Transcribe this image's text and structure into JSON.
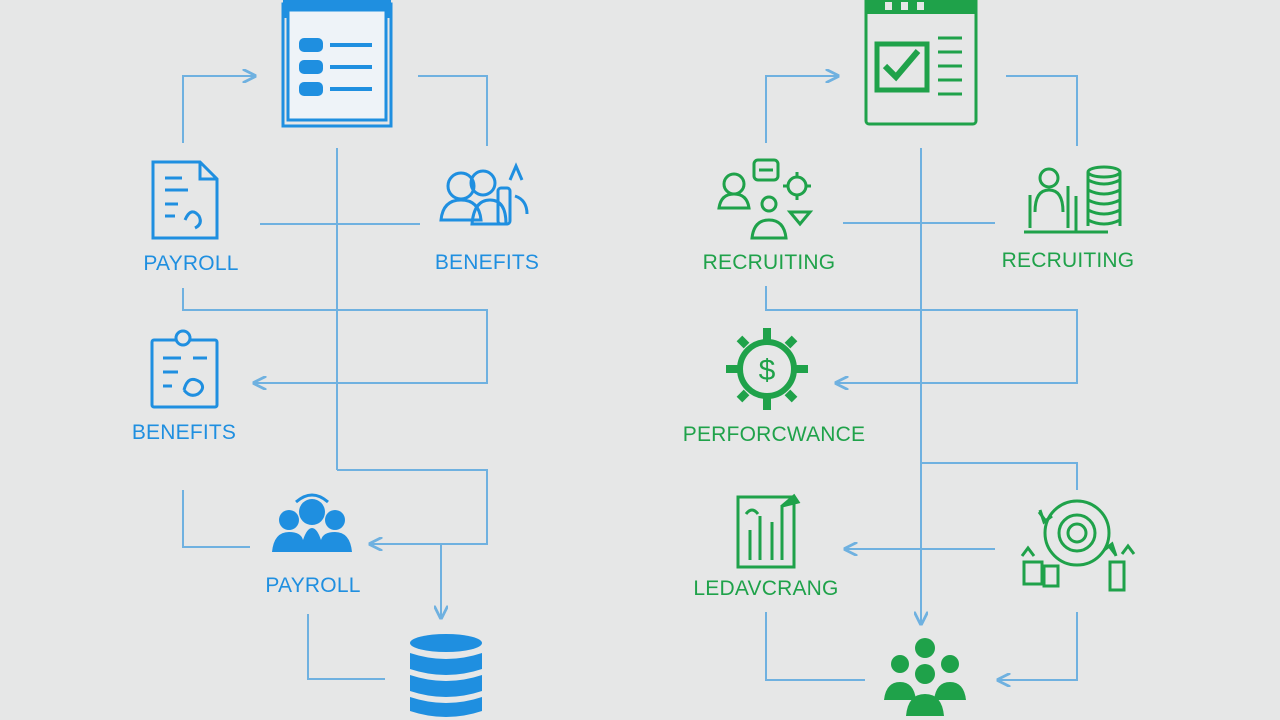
{
  "colors": {
    "background": "#e6e7e7",
    "blue": "#1f8fe0",
    "green": "#1fa24a",
    "line": "#6fb1e0"
  },
  "left_flow": {
    "top_node": {
      "icon": "document-list-icon"
    },
    "nodes": [
      {
        "label": "PAYROLL",
        "icon": "payroll-document-icon"
      },
      {
        "label": "BENEFITS",
        "icon": "benefits-people-icon"
      },
      {
        "label": "BENEFITS",
        "icon": "benefits-clipboard-icon"
      },
      {
        "label": "PAYROLL",
        "icon": "payroll-team-icon"
      }
    ],
    "bottom_node": {
      "icon": "database-icon"
    }
  },
  "right_flow": {
    "top_node": {
      "icon": "calendar-check-icon"
    },
    "nodes": [
      {
        "label": "RECRUITING",
        "icon": "recruiting-people-icon"
      },
      {
        "label": "RECRUITING",
        "icon": "recruiting-stack-icon"
      },
      {
        "label": "PERFORCWANCE",
        "icon": "performance-dollar-gear-icon"
      },
      {
        "label": "LEDAVCRANG",
        "icon": "learning-chart-icon"
      },
      {
        "label": "",
        "icon": "cycle-process-icon"
      }
    ],
    "bottom_node": {
      "icon": "team-group-icon"
    }
  }
}
